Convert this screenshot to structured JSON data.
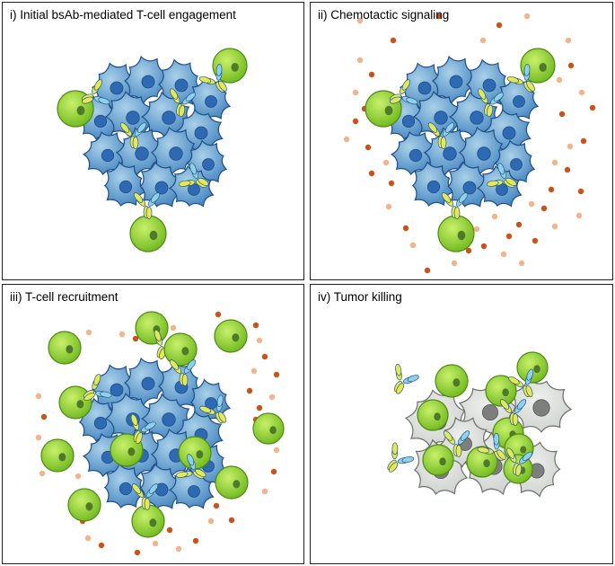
{
  "panels": [
    {
      "title": "i) Initial bsAb-mediated T-cell engagement"
    },
    {
      "title": "ii) Chemotactic signaling"
    },
    {
      "title": "iii) T-cell recruitment"
    },
    {
      "title": "iv) Tumor killing"
    }
  ],
  "colors": {
    "tumor_light": "#a9d1e8",
    "tumor_dark": "#3d7fbf",
    "tumor_nucleus": "#2e69b3",
    "tcell_light": "#c8f06a",
    "tcell_dark": "#6fb81e",
    "tcell_nucleus": "#4f7a2a",
    "antibody_yellow": "#e3e75a",
    "antibody_blue": "#8fd0ee",
    "chemokine_dark": "#c9541a",
    "chemokine_light": "#f2b48c",
    "dead_cell": "#c9cdc9",
    "dead_nucleus": "#7c7f7c"
  },
  "icons": [
    "tumor-cell-icon",
    "t-cell-icon",
    "bispecific-antibody-icon",
    "chemokine-dot-icon",
    "dead-tumor-cell-icon"
  ]
}
